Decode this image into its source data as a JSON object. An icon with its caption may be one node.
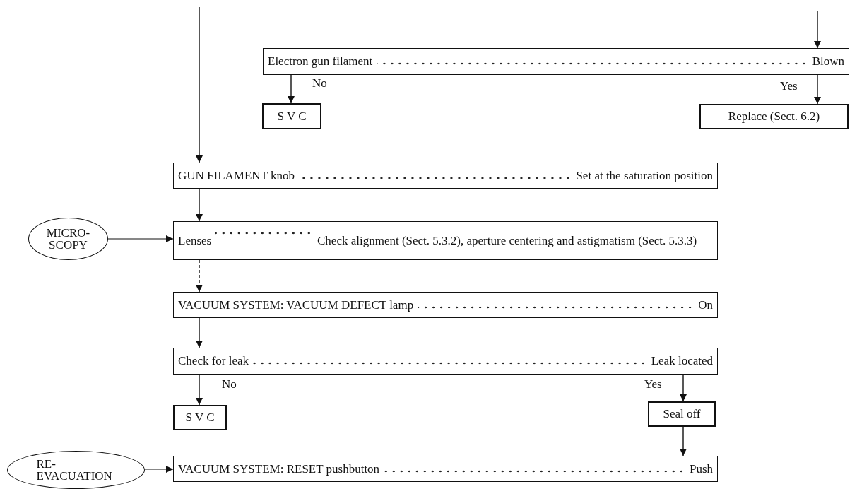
{
  "diagram": {
    "nodes": [
      {
        "text": [
          "Electron gun filament",
          "Blown"
        ]
      },
      {
        "text": [
          "S V C"
        ]
      },
      {
        "text": [
          "Replace (Sect. 6.2)"
        ]
      },
      {
        "text": [
          "GUN FILAMENT knob",
          "Set at the saturation position"
        ]
      },
      {
        "text": [
          "MICRO- SCOPY"
        ]
      },
      {
        "text": [
          "Lenses",
          "Check alignment (Sect. 5.3.2), aperture centering and astigmatism (Sect. 5.3.3)"
        ]
      },
      {
        "text": [
          "VACUUM SYSTEM: VACUUM DEFECT lamp",
          "On"
        ]
      },
      {
        "text": [
          "Check for leak",
          "Leak located"
        ]
      },
      {
        "text": [
          "S V C"
        ]
      },
      {
        "text": [
          "Seal off"
        ]
      },
      {
        "text": [
          "RE- EVACUATION"
        ]
      },
      {
        "text": [
          "VACUUM SYSTEM: RESET pushbutton",
          "Push"
        ]
      }
    ],
    "edges": [
      {
        "from": null,
        "to": 3,
        "arrow": "to"
      },
      {
        "from": null,
        "to": 0,
        "arrow": "to"
      },
      {
        "from": 0,
        "to": 1,
        "arrow": "to",
        "label": "No"
      },
      {
        "from": 0,
        "to": 2,
        "arrow": "to",
        "label": "Yes"
      },
      {
        "from": 3,
        "to": 5,
        "arrow": "to"
      },
      {
        "from": 4,
        "to": 5,
        "arrow": "to"
      },
      {
        "from": 5,
        "to": 6,
        "arrow": "to",
        "style": "dashed"
      },
      {
        "from": 6,
        "to": 7,
        "arrow": "to"
      },
      {
        "from": 7,
        "to": 8,
        "arrow": "to",
        "label": "No"
      },
      {
        "from": 7,
        "to": 9,
        "arrow": "to",
        "label": "Yes"
      },
      {
        "from": 9,
        "to": 11,
        "arrow": "to"
      },
      {
        "from": 10,
        "to": 11,
        "arrow": "to"
      }
    ]
  }
}
